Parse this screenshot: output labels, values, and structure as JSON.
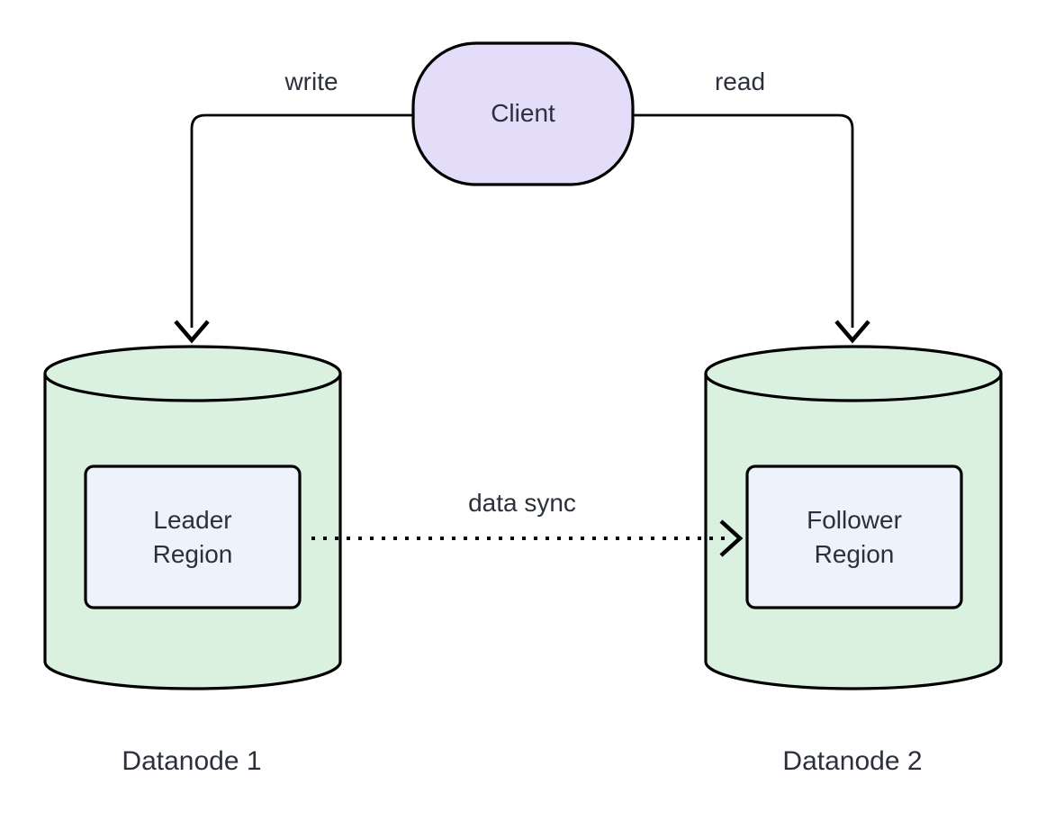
{
  "diagram": {
    "nodes": [
      {
        "id": "client",
        "label": "Client",
        "shape": "stadium",
        "fill": "#e4ddfa"
      },
      {
        "id": "leader-region",
        "label": "Leader Region",
        "shape": "rounded-rect",
        "fill": "#eef2fb"
      },
      {
        "id": "follower-region",
        "label": "Follower Region",
        "shape": "rounded-rect",
        "fill": "#eef2fb"
      },
      {
        "id": "datanode1",
        "label": "Datanode 1",
        "shape": "cylinder",
        "fill": "#d9f1de"
      },
      {
        "id": "datanode2",
        "label": "Datanode 2",
        "shape": "cylinder",
        "fill": "#d9f1de"
      }
    ],
    "edges": [
      {
        "from": "client",
        "to": "datanode1",
        "label": "write",
        "style": "solid"
      },
      {
        "from": "client",
        "to": "datanode2",
        "label": "read",
        "style": "solid"
      },
      {
        "from": "leader-region",
        "to": "follower-region",
        "label": "data sync",
        "style": "dotted"
      }
    ],
    "colors": {
      "background": "#ffffff",
      "node_border": "#000000",
      "arrow": "#000000",
      "text": "#2b303b",
      "client_fill": "#e4ddfa",
      "cylinder_fill": "#d9f1de",
      "region_fill": "#eef2fb"
    }
  }
}
